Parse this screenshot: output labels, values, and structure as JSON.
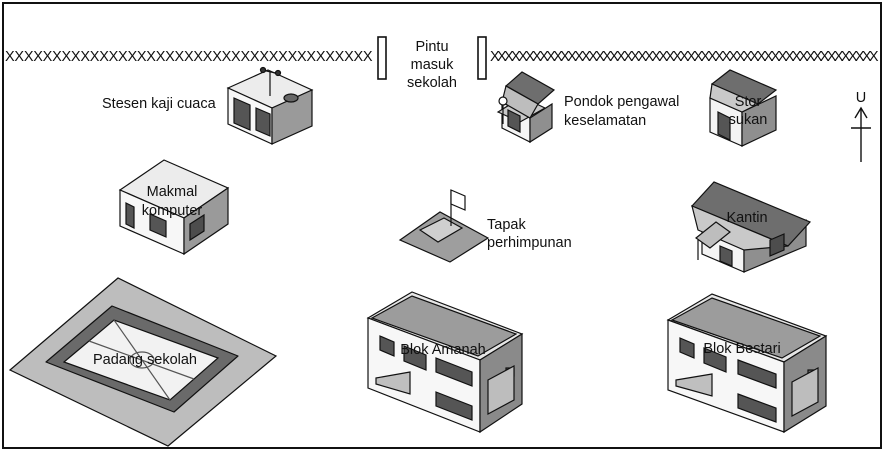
{
  "map": {
    "fence_left": "XXXXXXXXXXXXXXXXXXXXXXXXXXXXXXXXXXXXXXX",
    "fence_right": "XXXXXXXXXXXXXXXXXXXXXXXXXXXXXXXXXXXXXXXXXXXXXXXXXXXXXXX",
    "gate": {
      "line1": "Pintu",
      "line2": "masuk",
      "line3": "sekolah"
    },
    "weather_station": "Stesen kaji cuaca",
    "guard_post": {
      "line1": "Pondok pengawal",
      "line2": "keselamatan"
    },
    "sports_store": {
      "line1": "Stor",
      "line2": "sukan"
    },
    "north_label": "U",
    "computer_lab": {
      "line1": "Makmal",
      "line2": "komputer"
    },
    "assembly_area": {
      "line1": "Tapak",
      "line2": "perhimpunan"
    },
    "canteen": "Kantin",
    "school_field": "Padang sekolah",
    "block_amanah": "Blok Amanah",
    "block_bestari": "Blok Bestari"
  }
}
